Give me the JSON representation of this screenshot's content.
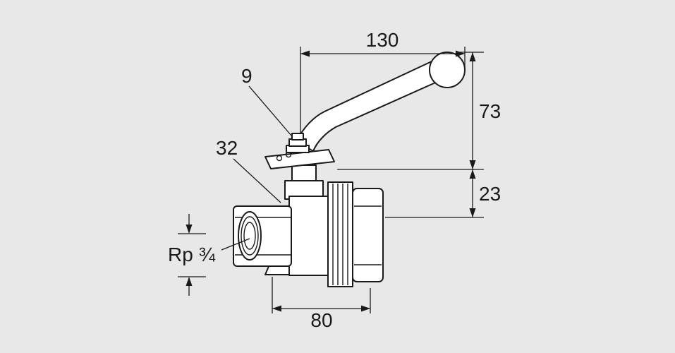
{
  "colors": {
    "background": "#e8e8e8",
    "ink": "#1a1a1a",
    "part_fill": "#ffffff"
  },
  "drawing": {
    "subject": "ball-valve-with-lever-handle",
    "labels": {
      "dim_handle_length": "130",
      "dim_height_upper": "73",
      "dim_height_lower": "23",
      "dim_body_length": "80",
      "ref_stem": "32",
      "ref_handle_nut": "9",
      "thread_size": "Rp ¾"
    }
  }
}
